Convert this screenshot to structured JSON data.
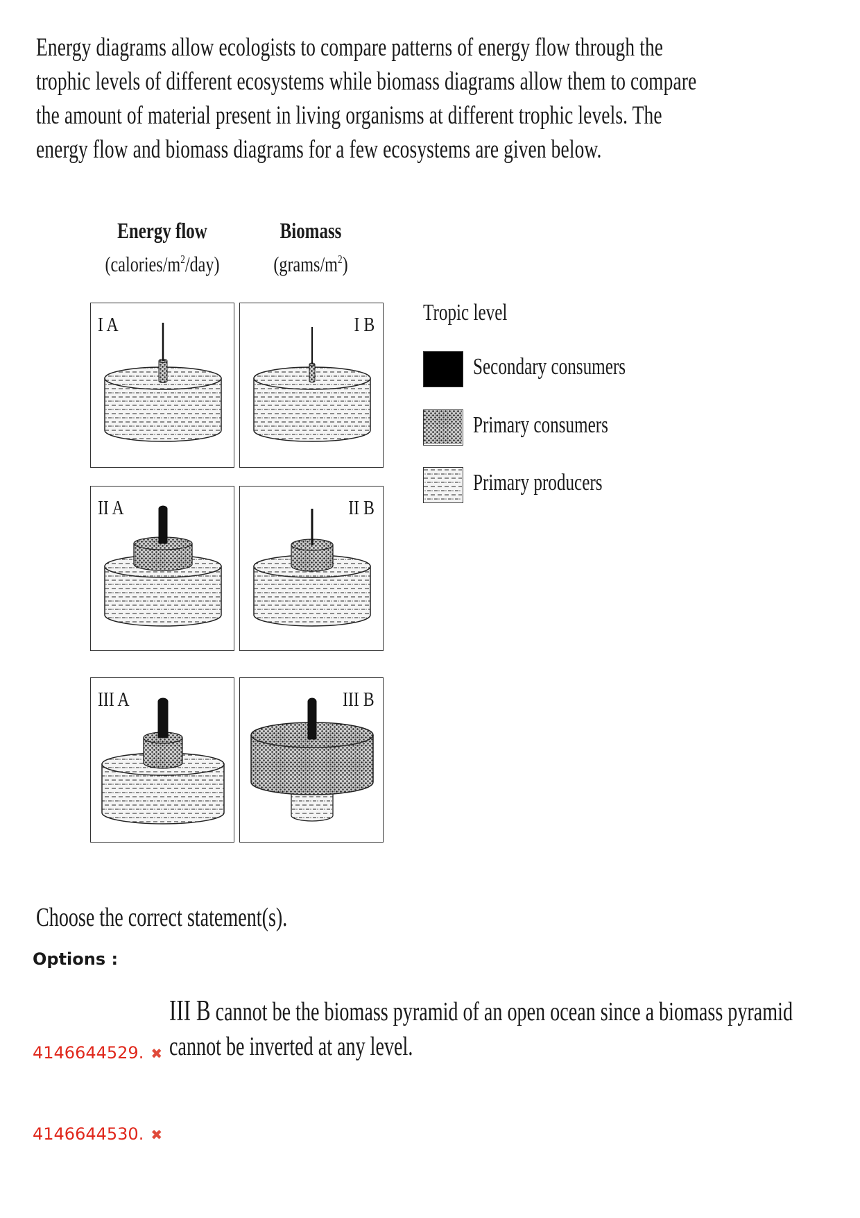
{
  "intro": {
    "lines": [
      "Energy diagrams allow ecologists to compare patterns of energy flow through the",
      "trophic levels of different ecosystems while biomass diagrams allow them to compare",
      "the amount of material present in living organisms at different trophic levels.  The",
      "energy flow and biomass diagrams for a few ecosystems are given below."
    ]
  },
  "figure": {
    "energy_head": {
      "title": "Energy flow",
      "unit_pre": "(calories/m",
      "unit_sup": "2",
      "unit_post": "/day)"
    },
    "biomass_head": {
      "title": "Biomass",
      "unit_pre": "(grams/m",
      "unit_sup": "2",
      "unit_post": ")"
    },
    "panels": {
      "IA": "I A",
      "IB": "I B",
      "IIA": "II A",
      "IIB": "II B",
      "IIIA": "III A",
      "IIIB": "III B"
    },
    "legend": {
      "title": "Tropic level",
      "items": [
        "Secondary consumers",
        "Primary consumers",
        "Primary producers"
      ]
    }
  },
  "question": "Choose the correct statement(s).",
  "options_label": "Options :",
  "options": [
    {
      "id": "4146644529.",
      "text_lead": "III B",
      "text_rest": " cannot be the biomass pyramid of an open ocean since a biomass pyramid",
      "text_line2": "cannot be inverted at any level.",
      "mark": "✖"
    },
    {
      "id": "4146644530.",
      "mark": "✖"
    }
  ]
}
